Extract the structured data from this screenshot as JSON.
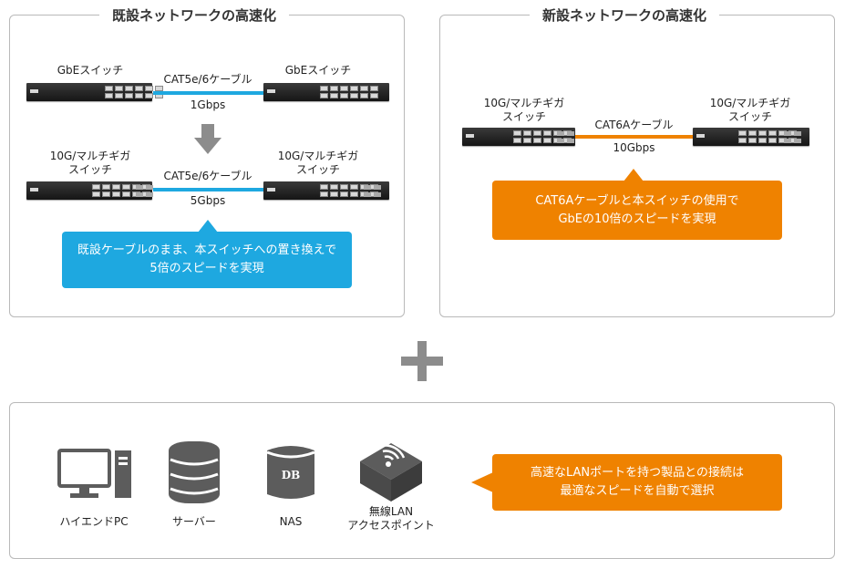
{
  "left_panel": {
    "title": "既設ネットワークの高速化",
    "top_row": {
      "left_switch": "GbEスイッチ",
      "right_switch": "GbEスイッチ",
      "cable": "CAT5e/6ケーブル",
      "speed": "1Gbps"
    },
    "bottom_row": {
      "left_switch": "10G/マルチギガ\nスイッチ",
      "right_switch": "10G/マルチギガ\nスイッチ",
      "cable": "CAT5e/6ケーブル",
      "speed": "5Gbps"
    },
    "callout": "既設ケーブルのまま、本スイッチへの置き換えで\n5倍のスピードを実現"
  },
  "right_panel": {
    "title": "新設ネットワークの高速化",
    "left_switch": "10G/マルチギガ\nスイッチ",
    "right_switch": "10G/マルチギガ\nスイッチ",
    "cable": "CAT6Aケーブル",
    "speed": "10Gbps",
    "callout": "CAT6Aケーブルと本スイッチの使用で\nGbEの10倍のスピードを実現"
  },
  "plus_symbol": "+",
  "bottom_panel": {
    "devices": [
      {
        "label": "ハイエンドPC",
        "icon": "desktop-pc-icon"
      },
      {
        "label": "サーバー",
        "icon": "server-icon"
      },
      {
        "label": "NAS",
        "icon": "nas-icon",
        "icon_text": "DB"
      },
      {
        "label": "無線LAN\nアクセスポイント",
        "icon": "wireless-ap-icon"
      }
    ],
    "callout": "高速なLANポートを持つ製品との接続は\n最適なスピードを自動で選択"
  },
  "colors": {
    "blue": "#1ea8e0",
    "orange": "#ef8200",
    "gray_icon": "#5c5c5c",
    "arrow": "#8c8c8c",
    "border": "#b9b9b9"
  }
}
